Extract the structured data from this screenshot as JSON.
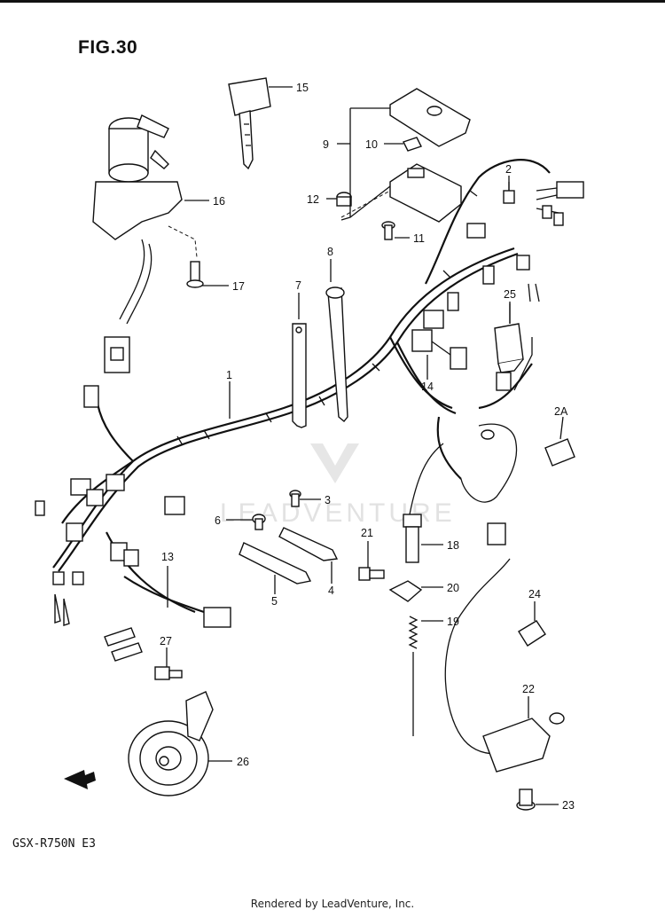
{
  "figure_title": "FIG.30",
  "model_code": "GSX-R750N E3",
  "footer": "Rendered by LeadVenture, Inc.",
  "watermark": "LEADVENTURE",
  "callouts": [
    {
      "id": "callout-1",
      "label": "1"
    },
    {
      "id": "callout-2",
      "label": "2"
    },
    {
      "id": "callout-2a",
      "label": "2A"
    },
    {
      "id": "callout-3",
      "label": "3"
    },
    {
      "id": "callout-4",
      "label": "4"
    },
    {
      "id": "callout-5",
      "label": "5"
    },
    {
      "id": "callout-6",
      "label": "6"
    },
    {
      "id": "callout-7",
      "label": "7"
    },
    {
      "id": "callout-8",
      "label": "8"
    },
    {
      "id": "callout-9",
      "label": "9"
    },
    {
      "id": "callout-10",
      "label": "10"
    },
    {
      "id": "callout-11",
      "label": "11"
    },
    {
      "id": "callout-12",
      "label": "12"
    },
    {
      "id": "callout-13",
      "label": "13"
    },
    {
      "id": "callout-14",
      "label": "14"
    },
    {
      "id": "callout-15",
      "label": "15"
    },
    {
      "id": "callout-16",
      "label": "16"
    },
    {
      "id": "callout-17",
      "label": "17"
    },
    {
      "id": "callout-18",
      "label": "18"
    },
    {
      "id": "callout-19",
      "label": "19"
    },
    {
      "id": "callout-20",
      "label": "20"
    },
    {
      "id": "callout-21",
      "label": "21"
    },
    {
      "id": "callout-22",
      "label": "22"
    },
    {
      "id": "callout-23",
      "label": "23"
    },
    {
      "id": "callout-24",
      "label": "24"
    },
    {
      "id": "callout-25",
      "label": "25"
    },
    {
      "id": "callout-26",
      "label": "26"
    },
    {
      "id": "callout-27",
      "label": "27"
    }
  ],
  "fwd_label": "FWD"
}
